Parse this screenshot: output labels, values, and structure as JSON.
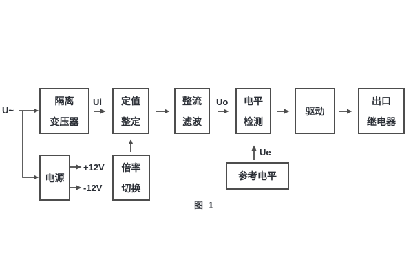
{
  "diagram": {
    "caption": "图 1",
    "blocks": {
      "isolation_transformer": "隔离\n变压器",
      "setpoint_setting": "定值\n整定",
      "rectifier_filter": "整流\n滤波",
      "level_detection": "电平\n检测",
      "driver": "驱动",
      "output_relay": "出口\n继电器",
      "power_supply": "电源",
      "ratio_switch": "倍率\n切换",
      "reference_level": "参考电平"
    },
    "signals": {
      "ac_input": "U~",
      "ui": "Ui",
      "uo": "Uo",
      "ue": "Ue",
      "plus_12v": "+12V",
      "minus_12v": "-12V"
    },
    "colors": {
      "line": "#4d4d4d",
      "text": "#2b2f36",
      "background": "#ffffff"
    }
  }
}
